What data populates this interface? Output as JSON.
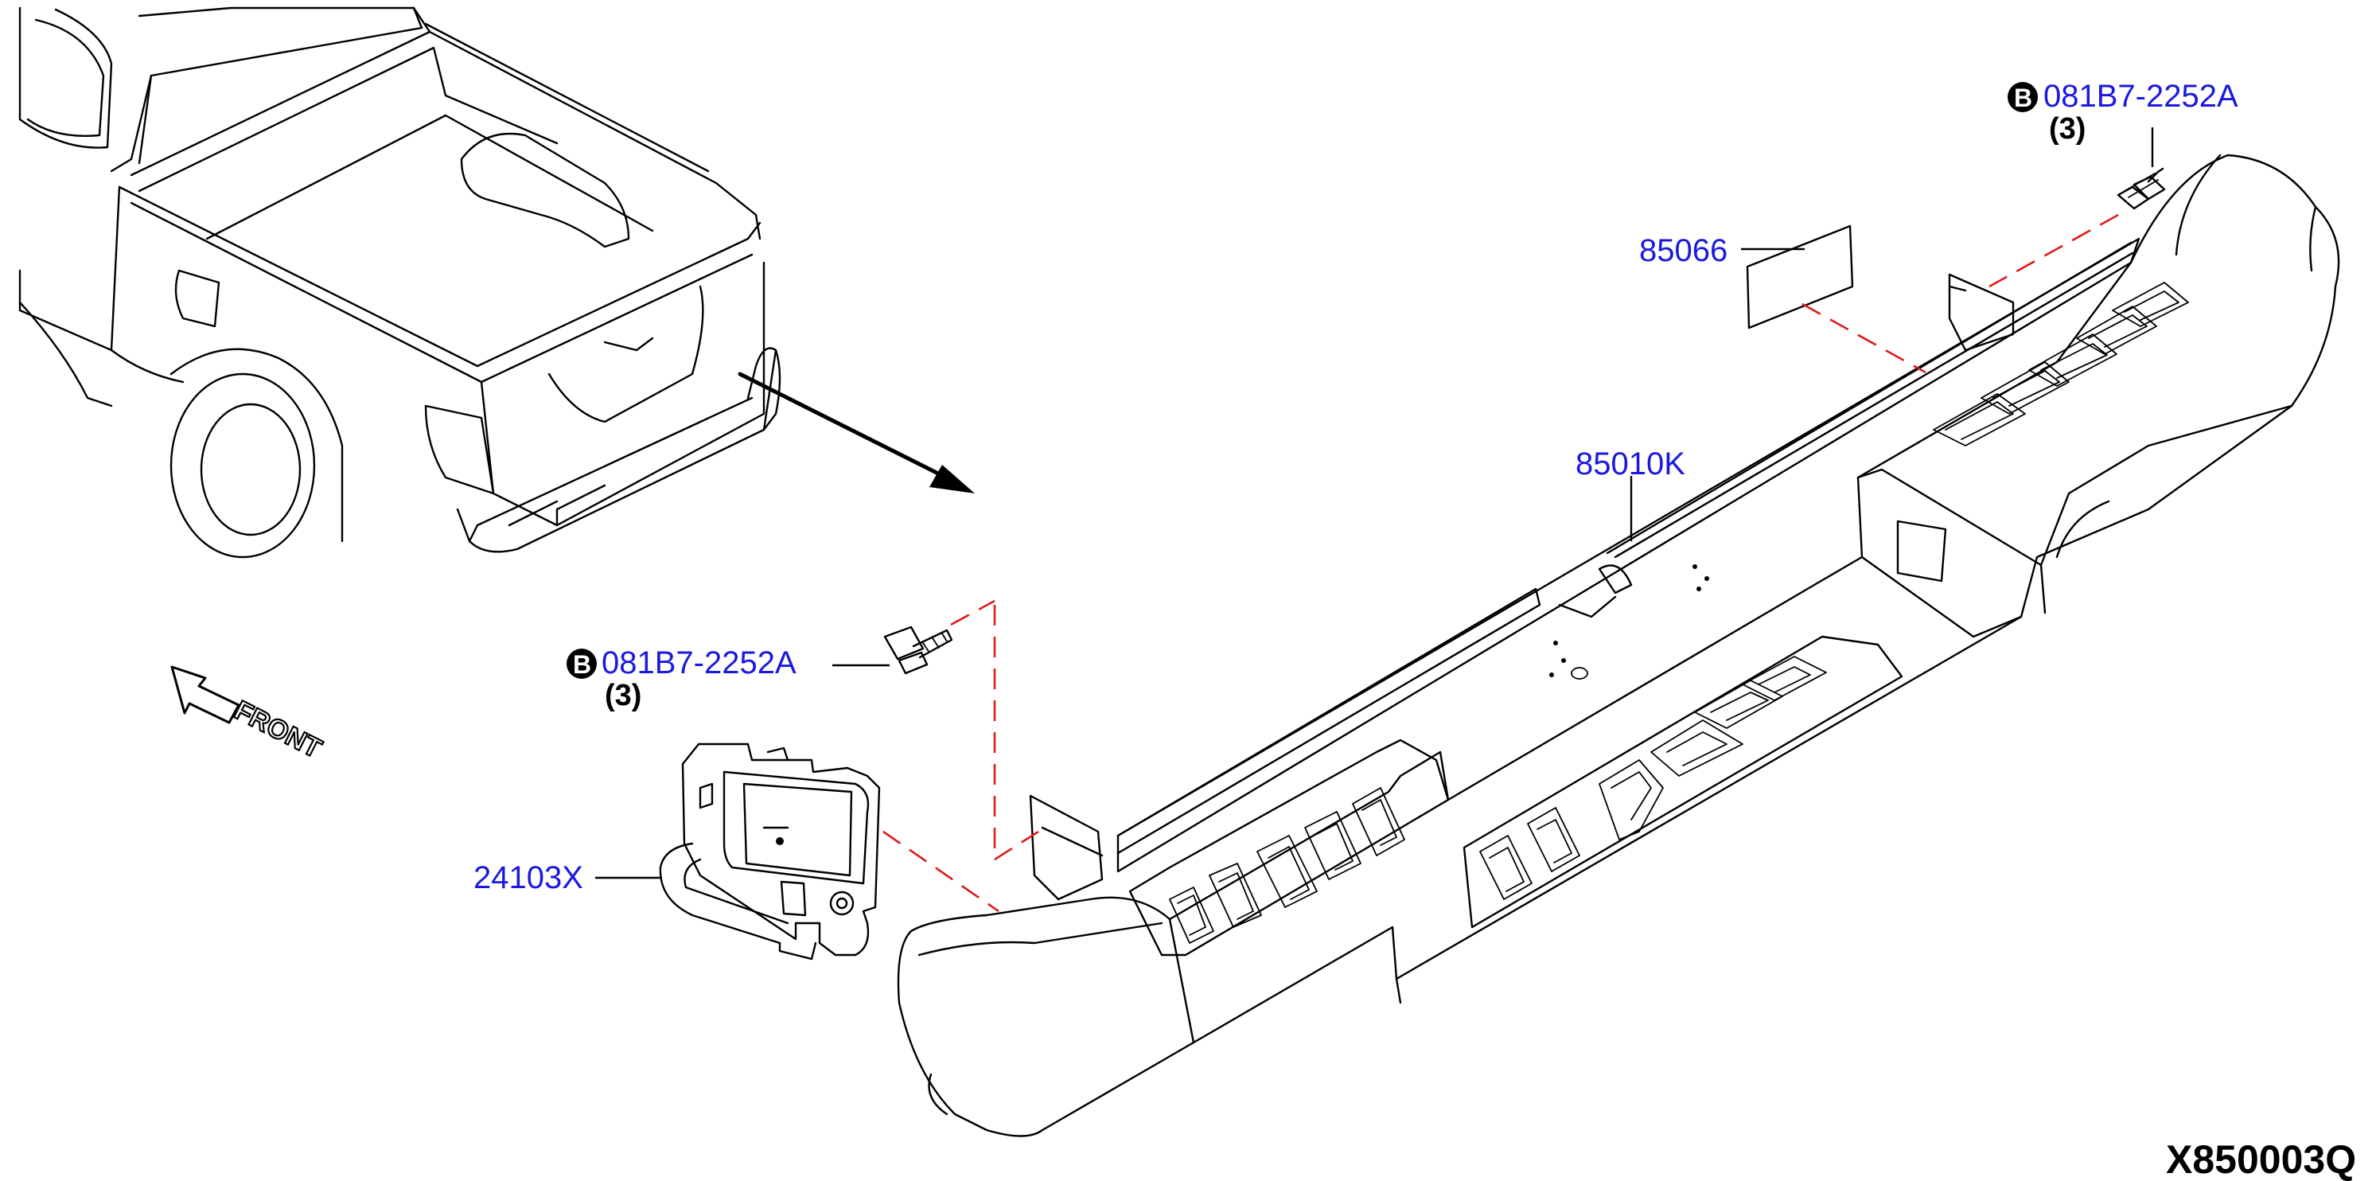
{
  "diagram": {
    "callouts": {
      "bolt_upper": {
        "part": "081B7-2252A",
        "qty": "(3)",
        "badge": "B"
      },
      "bolt_lower": {
        "part": "081B7-2252A",
        "qty": "(3)",
        "badge": "B"
      },
      "label_plate": {
        "part": "85066"
      },
      "bumper": {
        "part": "85010K"
      },
      "sensor": {
        "part": "24103X"
      }
    },
    "direction_label": "FRONT",
    "drawing_code": "X850003Q",
    "colors": {
      "part_number": "#1a1adf",
      "dashed_guide": "#e01a1a",
      "line_art": "#000000"
    }
  }
}
